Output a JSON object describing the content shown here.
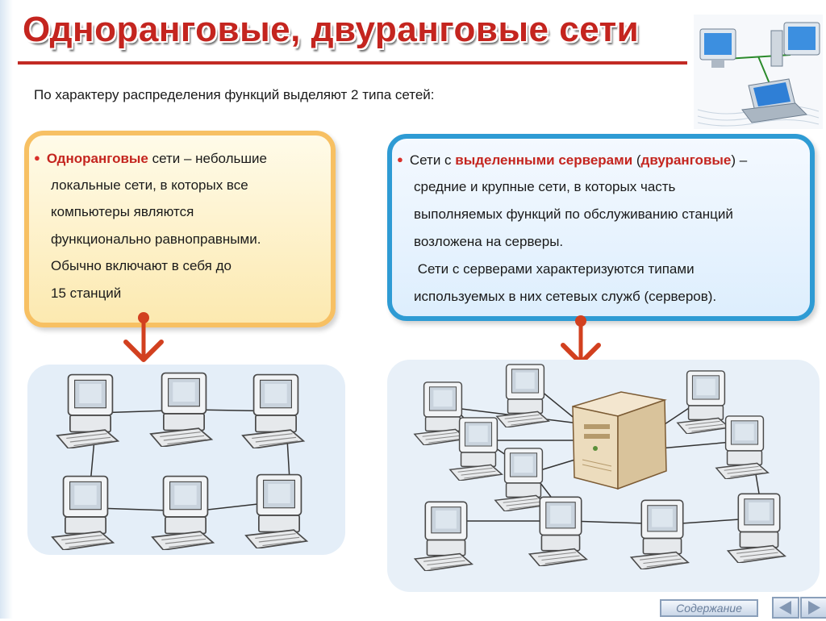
{
  "title": "Одноранговые, двуранговые сети",
  "intro": "По характеру распределения функций выделяют 2 типа сетей:",
  "left_box": {
    "term": "Одноранговые",
    "line1_rest": " сети – небольшие",
    "lines": [
      "локальные сети, в которых все",
      "компьютеры являются",
      "функционально равноправными.",
      "Обычно включают в себя до",
      "15 станций"
    ]
  },
  "right_box": {
    "line1_a": "Сети  с ",
    "term1": "выделенными  серверами",
    "line1_b": " (",
    "term2": "двуранговые",
    "line1_c": ") –",
    "lines": [
      "средние и крупные сети, в которых часть",
      "выполняемых функций по обслуживанию станций",
      "возложена на серверы.",
      " Сети с серверами характеризуются типами",
      "используемых в них сетевых служб (серверов)."
    ]
  },
  "footer": {
    "toc_label": "Содержание"
  },
  "colors": {
    "title_red": "#c4251f",
    "peer_box_border": "#f7c063",
    "server_box_border": "#2e9bd4",
    "arrow_red": "#d2401f"
  },
  "icons": [
    "computer-icon",
    "server-icon",
    "arrow-down-icon",
    "prev-arrow-icon",
    "next-arrow-icon"
  ]
}
